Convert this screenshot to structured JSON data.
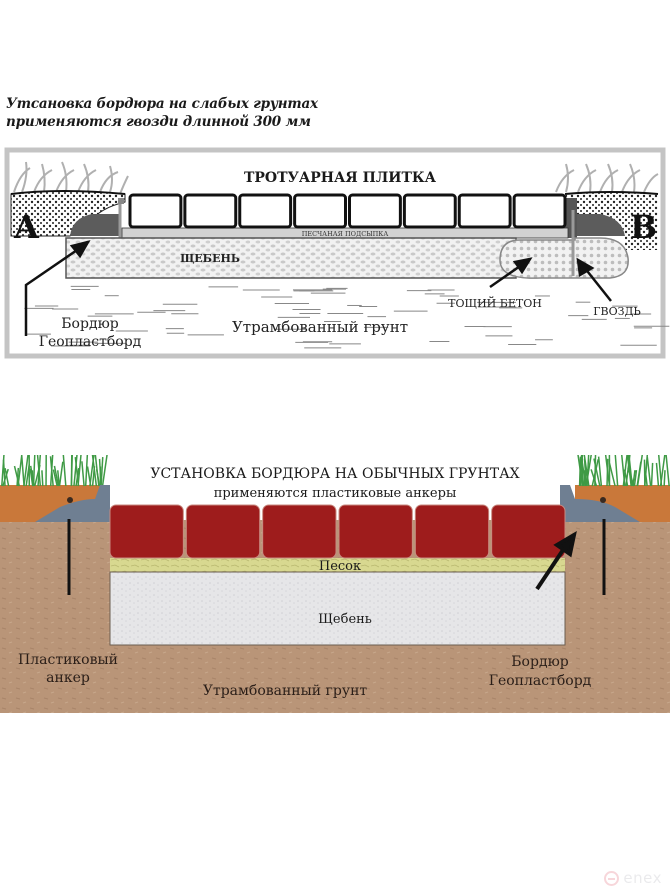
{
  "top_section": {
    "title_line1": "Утсановка бордюра на слабых грунтах",
    "title_line2": "применяются гвозди длинной 300 мм",
    "diagram": {
      "heading": "ТРОТУАРНАЯ ПЛИТКА",
      "sand_layer_label": "ПЕСЧАНАЯ ПОДСЫПКА",
      "gravel_label": "ЩЕБЕНЬ",
      "ground_label": "Утрамбованный грунт",
      "marker_left": "A",
      "marker_right": "B",
      "border_label_line1": "Бордюр",
      "border_label_line2": "Геопластборд",
      "concrete_label": "ТОЩИЙ БЕТОН",
      "nail_label": "ГВОЗДЬ",
      "tile_count": 8
    }
  },
  "bottom_section": {
    "title_line1": "УСТАНОВКА БОРДЮРА НА ОБЫЧНЫХ ГРУНТАХ",
    "title_line2": "применяются пластиковые анкеры",
    "sand_label": "Песок",
    "gravel_label": "Щебень",
    "ground_label": "Утрамбованный грунт",
    "anchor_label_line1": "Пластиковый",
    "anchor_label_line2": "анкер",
    "border_label_line1": "Бордюр",
    "border_label_line2": "Геопластборд",
    "tile_count": 6,
    "colors": {
      "tile": "#9e1c1c",
      "sand": "#d8d890",
      "gravel": "#e6e6e8",
      "ground": "#b99578",
      "topsoil": "#c9783a",
      "border": "#6f7f92",
      "grass": "#3f9a45"
    }
  },
  "watermark": {
    "brand": "enex"
  }
}
